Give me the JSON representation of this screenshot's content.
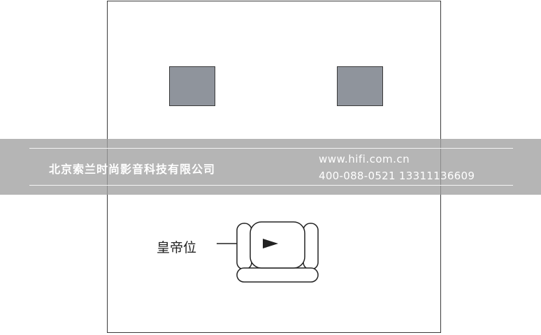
{
  "diagram": {
    "seat_label": "皇帝位"
  },
  "watermark": {
    "company": "北京索兰时尚影音科技有限公司",
    "website": "www.hifi.com.cn",
    "phones": "400-088-0521  13311136609"
  },
  "colors": {
    "speaker_fill": "#8f949c",
    "outline": "#3a3a3a",
    "band": "#a0a0a0"
  }
}
